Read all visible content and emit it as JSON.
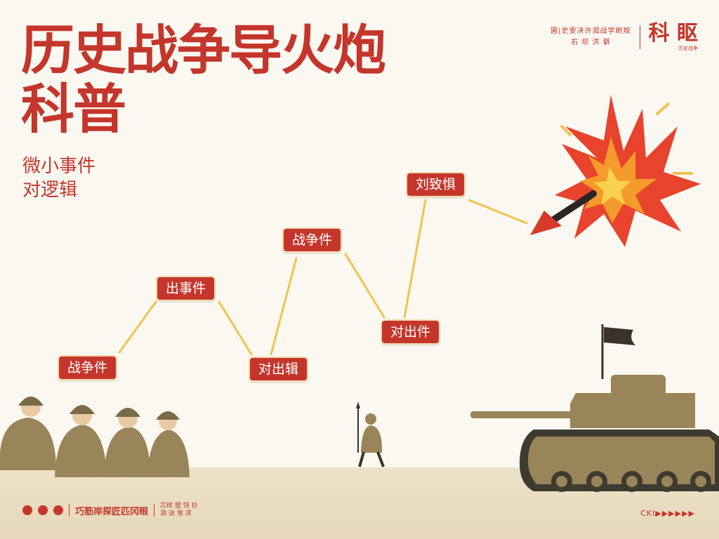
{
  "title": {
    "line1": "历史战争导火炮",
    "line2": "科普"
  },
  "subtitle": {
    "line1": "微小事件",
    "line2": "对逻辑"
  },
  "brand": {
    "tagline1": "圃|史雯决许洳战学刷规",
    "tagline2": "右  坝  洪  僻",
    "name": "科 眍",
    "name_sub": "历史战争"
  },
  "nodes": {
    "n1": "战争件",
    "n2": "出事件",
    "n3": "对出辑",
    "n4": "战争件",
    "n5": "对出件",
    "n6": "刘致惧"
  },
  "footer": {
    "text": "巧筋岸探匠匹冈眼",
    "small1": "芯样 塑 饨 抄",
    "small2": "泗 诀 雪 滨"
  },
  "footer_right": "CKI▶▶▶▶▶▶",
  "colors": {
    "accent": "#c4362b",
    "line": "#f2c24c",
    "khaki": "#9a8459",
    "ground": "#ece0c6"
  },
  "icons": [
    "explosion-icon",
    "shell-icon",
    "tank-icon",
    "flag-icon",
    "soldier-icon"
  ]
}
